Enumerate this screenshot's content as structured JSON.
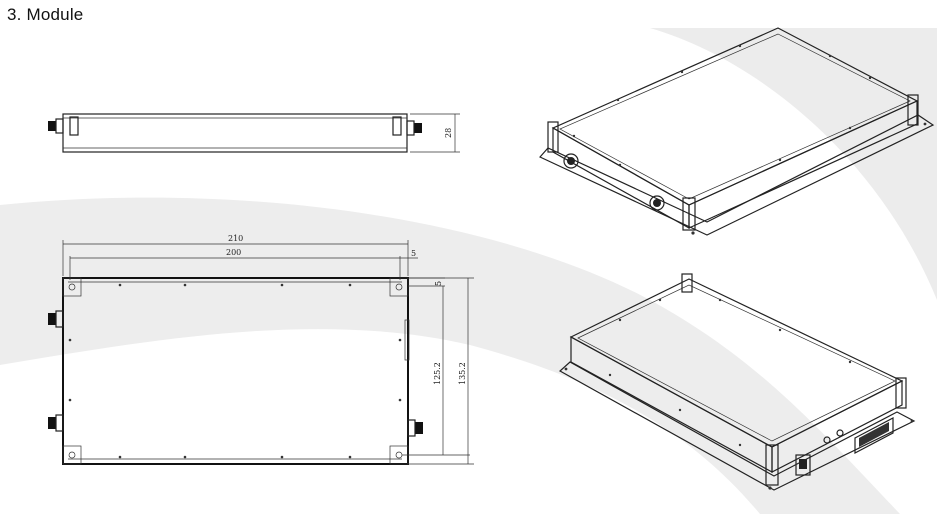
{
  "heading": "3.  Module",
  "dimensions": {
    "side_height": "28",
    "overall_length": "210",
    "inner_length": "200",
    "edge_offset": "5",
    "edge_offset_vertical": "5",
    "inner_height": "125.2",
    "overall_height": "135.2"
  },
  "colors": {
    "background_swoosh": "#ececec",
    "line": "#222222"
  }
}
